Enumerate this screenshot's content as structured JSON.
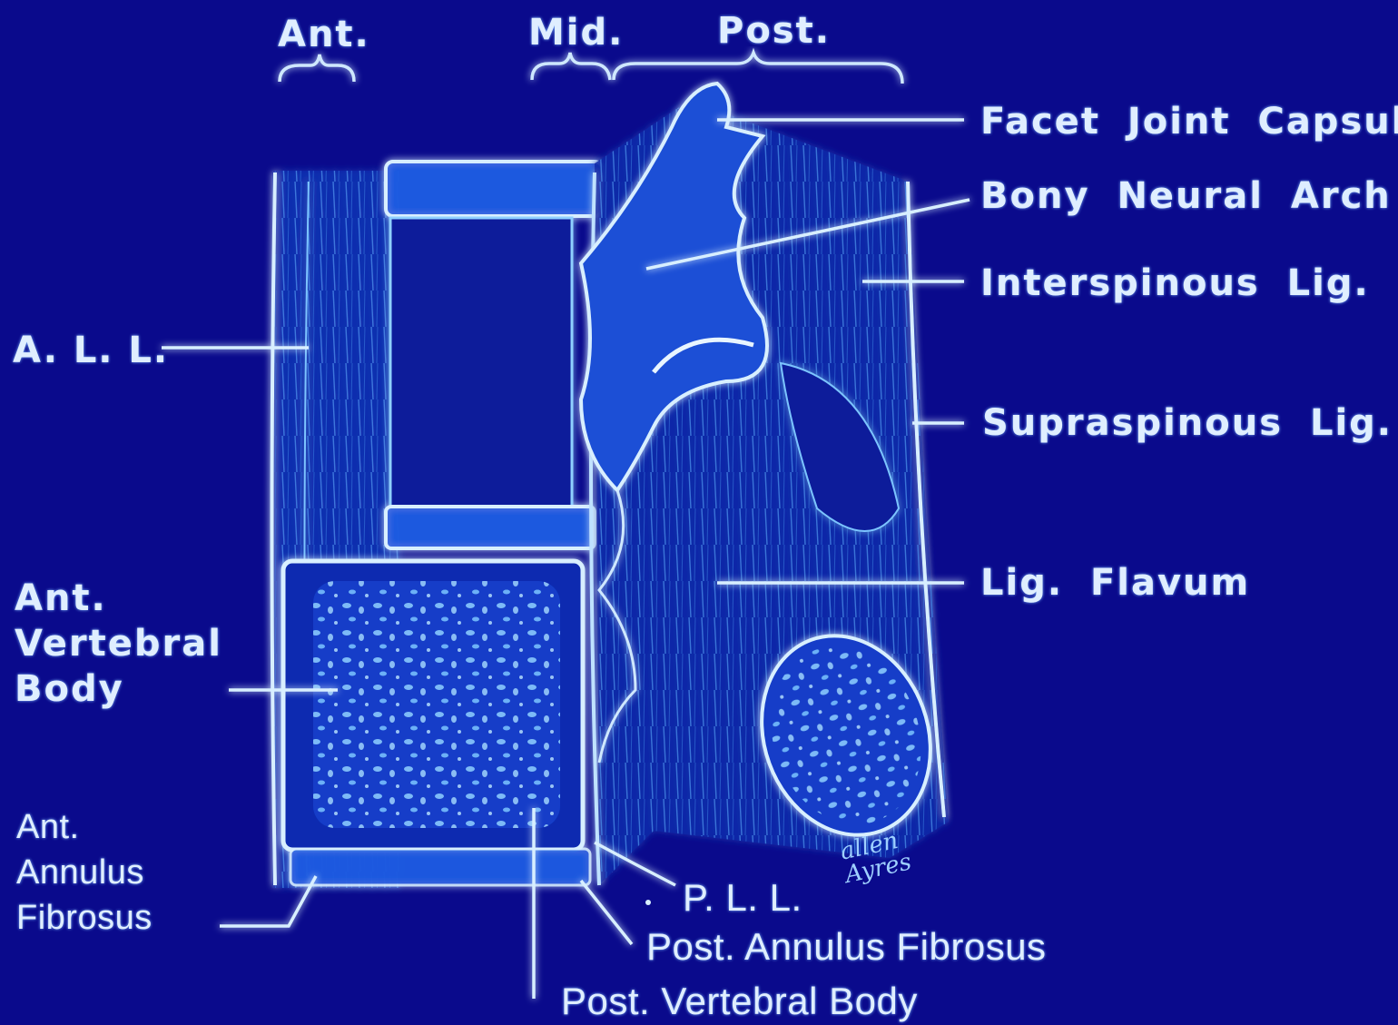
{
  "colors": {
    "background": "#0a0a8c",
    "line": "#bfe2ff",
    "glow": "#4aa8ff"
  },
  "regions": {
    "ant": "Ant.",
    "mid": "Mid.",
    "post": "Post."
  },
  "labels": {
    "facet_joint_capsule": "Facet  Joint  Capsule",
    "bony_neural_arch": "Bony  Neural  Arch",
    "interspinous_lig": "Interspinous  Lig.",
    "supraspinous_lig": "Supraspinous  Lig.",
    "lig_flavum": "Lig.  Flavum",
    "all": "A. L. L.",
    "ant_vertebral_body": [
      "Ant.",
      "Vertebral",
      "Body"
    ],
    "ant_annulus_fibrosus": [
      "Ant.",
      "Annulus",
      "Fibrosus"
    ],
    "pll": "P. L. L.",
    "post_annulus_fibrosus": "Post. Annulus Fibrosus",
    "post_vertebral_body": "Post. Vertebral Body"
  },
  "signature": [
    "allen",
    "Ayres"
  ]
}
